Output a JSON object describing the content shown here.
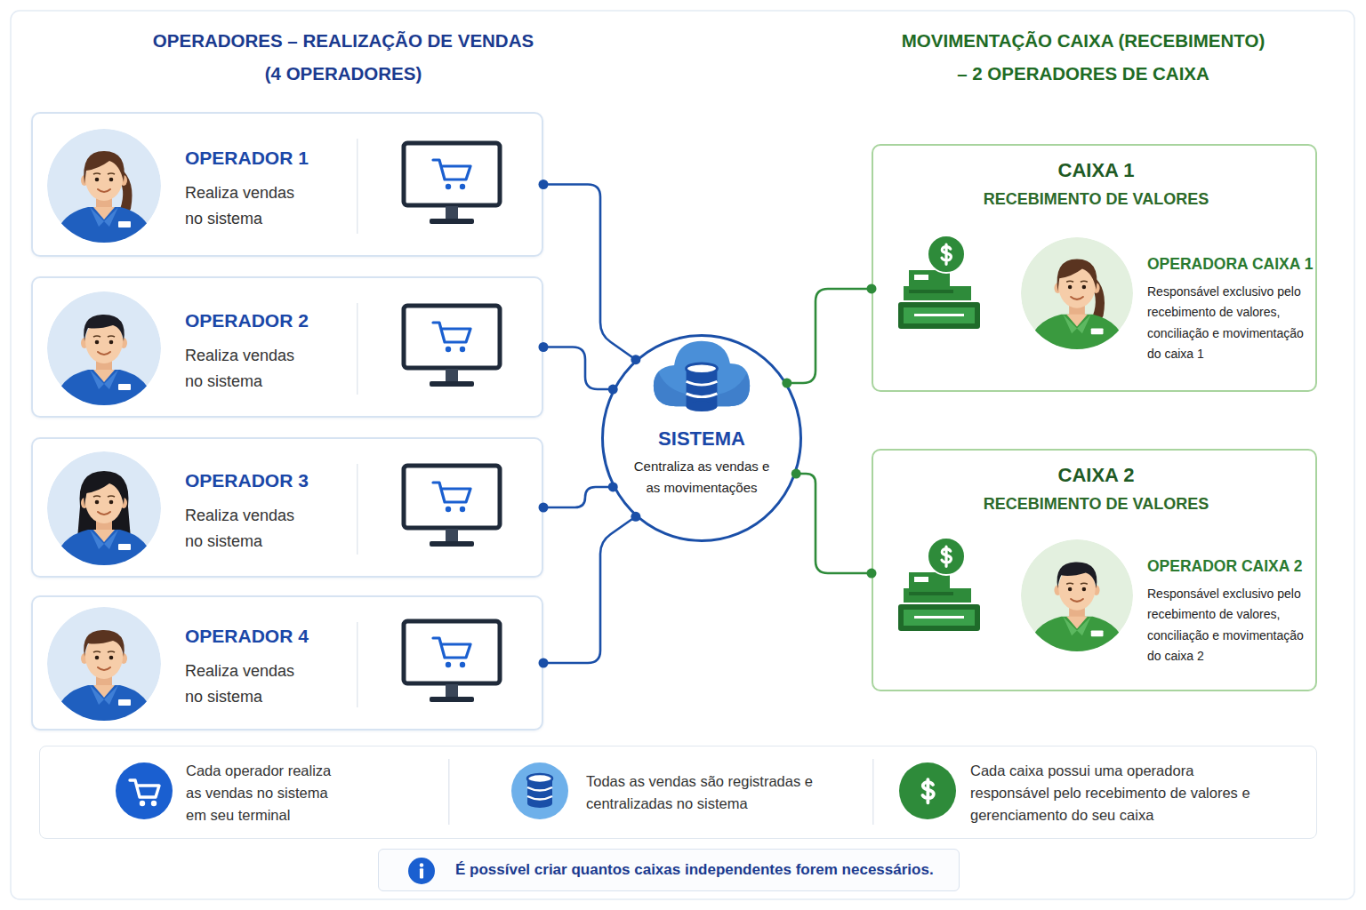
{
  "diagram": {
    "nodes": [
      {
        "text": [
          "OPERADOR 1",
          "Realiza vendas no sistema"
        ]
      },
      {
        "text": [
          "OPERADOR 2",
          "Realiza vendas no sistema"
        ]
      },
      {
        "text": [
          "OPERADOR 3",
          "Realiza vendas no sistema"
        ]
      },
      {
        "text": [
          "OPERADOR 4",
          "Realiza vendas no sistema"
        ]
      },
      {
        "text": [
          "SISTEMA",
          "Centraliza as vendas e as movimentações"
        ]
      },
      {
        "text": [
          "CAIXA 1",
          "RECEBIMENTO DE VALORES",
          "OPERADORA CAIXA 1",
          "Responsável exclusivo pelo recebimento de valores, conciliação e movimentação do caixa 1"
        ]
      },
      {
        "text": [
          "CAIXA 2",
          "RECEBIMENTO DE VALORES",
          "OPERADOR CAIXA 2",
          "Responsável exclusivo pelo recebimento de valores, conciliação e movimentação do caixa 2"
        ]
      },
      {
        "text": [
          "Cada operador realiza as vendas no sistema em seu terminal",
          "Todas as vendas são registradas e centralizadas no sistema",
          "Cada caixa possui uma operadora responsável pelo recebimento de valores e gerenciamento do seu caixa"
        ]
      },
      {
        "text": [
          "É possível criar quantos caixas independentes forem necessários."
        ]
      }
    ],
    "edges": [
      {
        "from": 0,
        "to": 4,
        "arrow": "none"
      },
      {
        "from": 1,
        "to": 4,
        "arrow": "none"
      },
      {
        "from": 2,
        "to": 4,
        "arrow": "none"
      },
      {
        "from": 3,
        "to": 4,
        "arrow": "none"
      },
      {
        "from": 4,
        "to": 5,
        "arrow": "none"
      },
      {
        "from": 4,
        "to": 6,
        "arrow": "none"
      }
    ],
    "labels": [
      "OPERADORES – REALIZAÇÃO DE VENDAS (4 OPERADORES)",
      "MOVIMENTAÇÃO CAIXA (RECEBIMENTO) – 2 OPERADORES DE CAIXA"
    ]
  }
}
